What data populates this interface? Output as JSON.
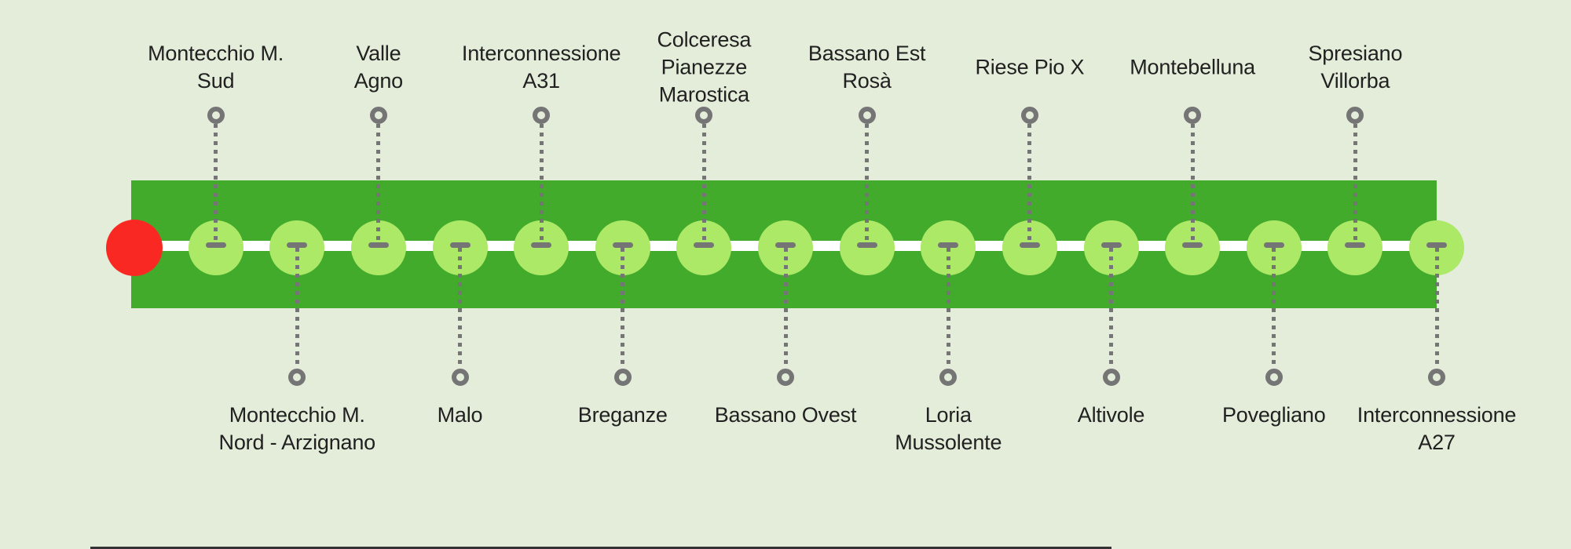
{
  "background_color": "#e3edd9",
  "route": {
    "band_color": "#43ab2c",
    "line_color": "#ffffff",
    "start_color": "#fa2823",
    "station_color": "#ace966",
    "connector_color": "#757575",
    "text_color": "#212121"
  },
  "stations": [
    {
      "label": "Montecchio M. Sud",
      "lines": [
        "Montecchio M.",
        "Sud"
      ],
      "side": "top"
    },
    {
      "label": "Montecchio M. Nord - Arzignano",
      "lines": [
        "Montecchio M.",
        "Nord - Arzignano"
      ],
      "side": "bottom"
    },
    {
      "label": "Valle Agno",
      "lines": [
        "Valle",
        "Agno"
      ],
      "side": "top"
    },
    {
      "label": "Malo",
      "lines": [
        "Malo"
      ],
      "side": "bottom"
    },
    {
      "label": "Interconnessione A31",
      "lines": [
        "Interconnessione",
        "A31"
      ],
      "side": "top"
    },
    {
      "label": "Breganze",
      "lines": [
        "Breganze"
      ],
      "side": "bottom"
    },
    {
      "label": "Colceresa Pianezze Marostica",
      "lines": [
        "Colceresa",
        "Pianezze",
        "Marostica"
      ],
      "side": "top"
    },
    {
      "label": "Bassano Ovest",
      "lines": [
        "Bassano Ovest"
      ],
      "side": "bottom"
    },
    {
      "label": "Bassano Est Rosà",
      "lines": [
        "Bassano Est",
        "Rosà"
      ],
      "side": "top"
    },
    {
      "label": "Loria Mussolente",
      "lines": [
        "Loria",
        "Mussolente"
      ],
      "side": "bottom"
    },
    {
      "label": "Riese Pio X",
      "lines": [
        "Riese Pio X"
      ],
      "side": "top"
    },
    {
      "label": "Altivole",
      "lines": [
        "Altivole"
      ],
      "side": "bottom"
    },
    {
      "label": "Montebelluna",
      "lines": [
        "Montebelluna"
      ],
      "side": "top"
    },
    {
      "label": "Povegliano",
      "lines": [
        "Povegliano"
      ],
      "side": "bottom"
    },
    {
      "label": "Spresiano Villorba",
      "lines": [
        "Spresiano",
        "Villorba"
      ],
      "side": "top"
    },
    {
      "label": "Interconnessione A27",
      "lines": [
        "Interconnessione",
        "A27"
      ],
      "side": "bottom"
    }
  ]
}
